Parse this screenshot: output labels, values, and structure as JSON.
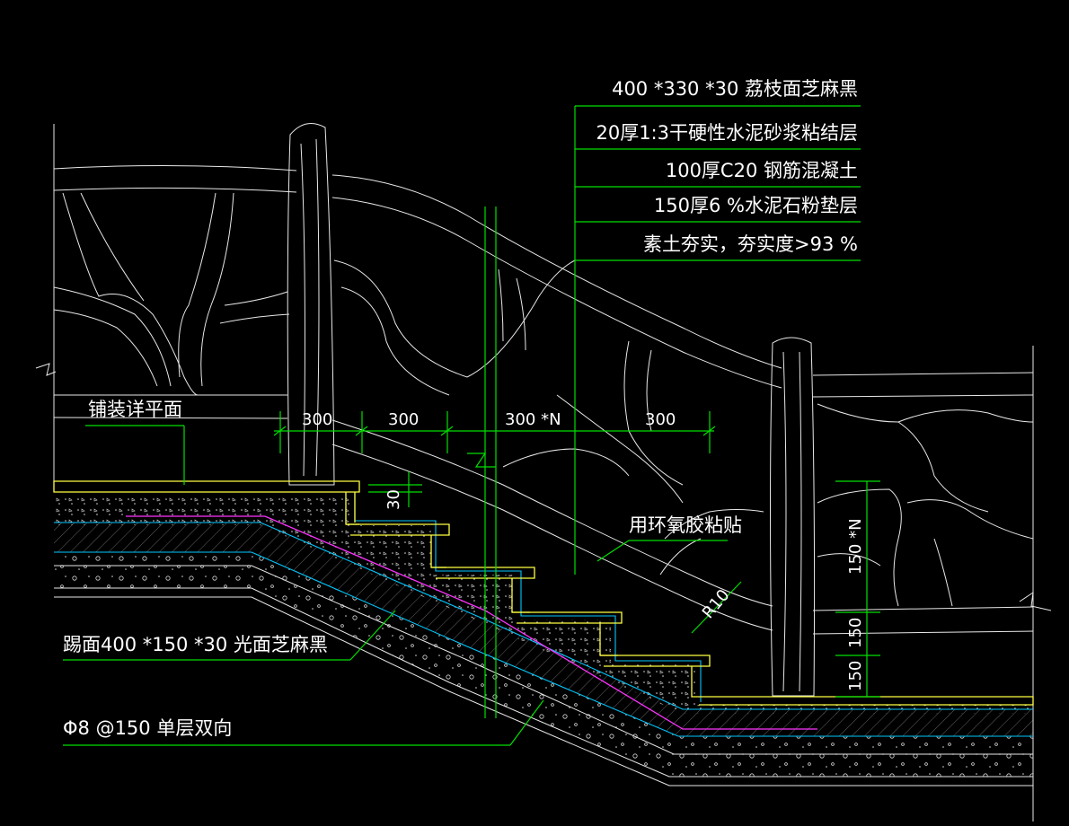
{
  "layers": [
    "400 *330 *30 荔枝面芝麻黑",
    "20厚1:3干硬性水泥砂浆粘结层",
    "100厚C20 钢筋混凝土",
    "150厚6 %水泥石粉垫层",
    "素土夯实，夯实度>93 %"
  ],
  "notes": {
    "paving": "铺装详平面",
    "epoxy": "用环氧胶粘贴",
    "tread": "踢面400 *150 *30 光面芝麻黑",
    "rebar": "Φ8 @150 单层双向"
  },
  "dims": {
    "d1": "300",
    "d2": "300",
    "d3": "300 *N",
    "d4": "300",
    "v30": "30",
    "vN": "150 *N",
    "v150a": "150",
    "v150b": "150",
    "r10": "R10"
  },
  "colors": {
    "background": "#000000",
    "leader": "#00e000",
    "finish": "#ffff40",
    "layer": "#00c8ff",
    "rebar": "#ff33ff",
    "railing": "#e8e8e8"
  }
}
